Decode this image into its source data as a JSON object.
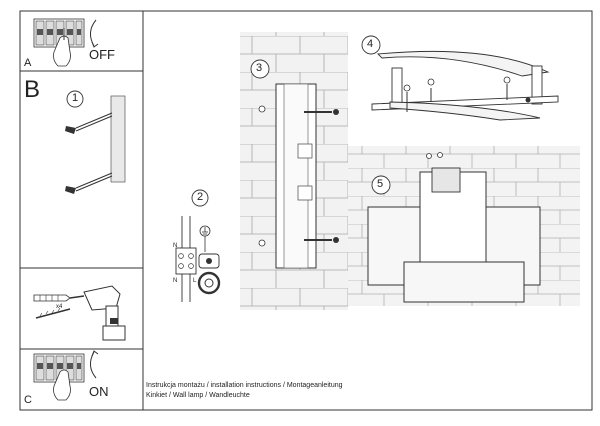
{
  "sections": {
    "a": "A",
    "b": "B",
    "c": "C"
  },
  "labels": {
    "off": "OFF",
    "on": "ON",
    "qty": "x4",
    "n": "N",
    "l": "L"
  },
  "steps": [
    "1",
    "2",
    "3",
    "4",
    "5"
  ],
  "caption": {
    "line1": "Instrukcja montażu / installation instructions / Montageanleitung",
    "line2": "Kinkiet / Wall lamp / Wandleuchte"
  },
  "icons": [
    "breaker-icon",
    "hand-icon",
    "arrow-icon",
    "drill-icon",
    "wall-plug-icon",
    "screw-icon",
    "wire-icon",
    "terminal-block-icon",
    "earth-symbol-icon",
    "lamp-icon"
  ]
}
